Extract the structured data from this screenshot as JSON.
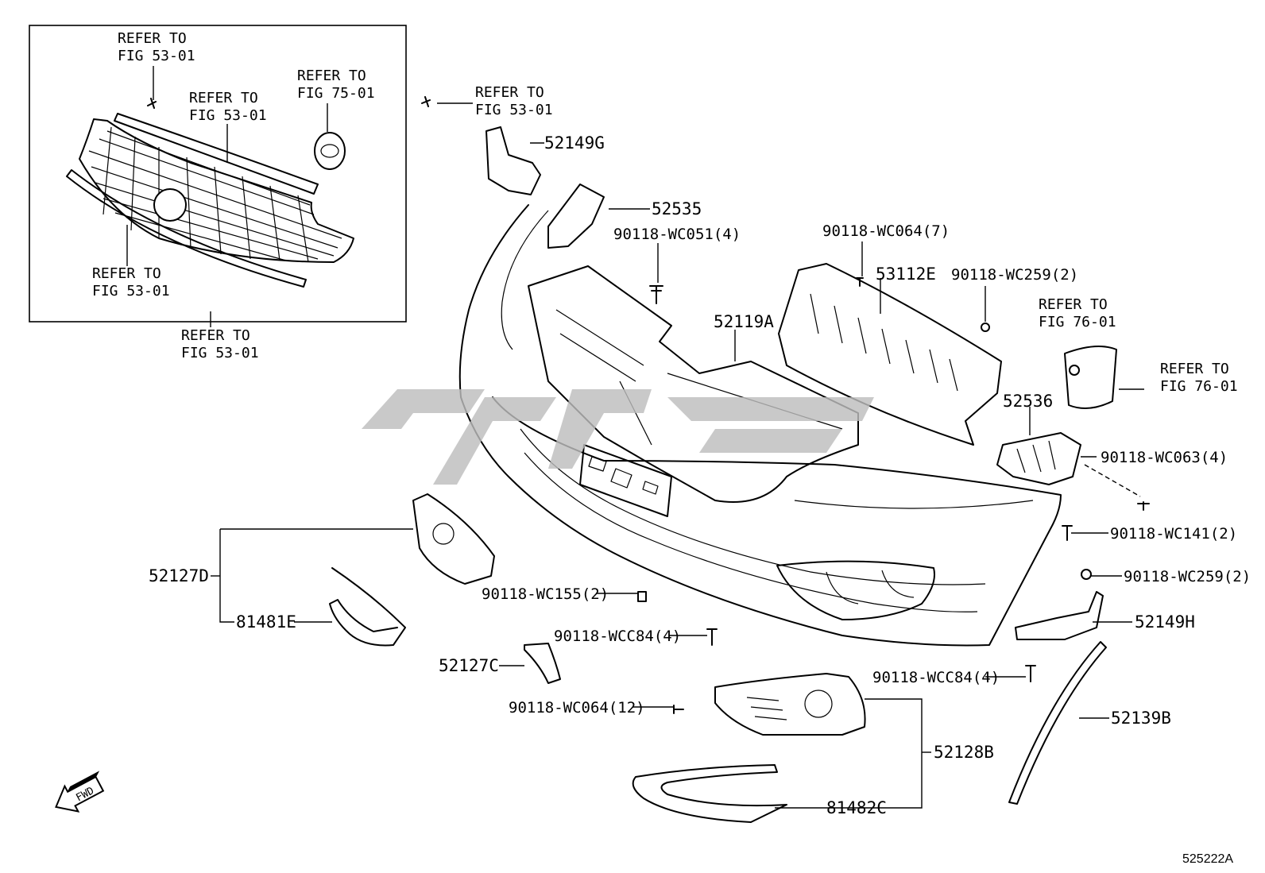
{
  "diagram_id": "525222A",
  "fwd_label": "FWD",
  "inset_refs": [
    {
      "line1": "REFER TO",
      "line2": "FIG 53-01"
    },
    {
      "line1": "REFER TO",
      "line2": "FIG 53-01"
    },
    {
      "line1": "REFER TO",
      "line2": "FIG 75-01"
    },
    {
      "line1": "REFER TO",
      "line2": "FIG 53-01"
    },
    {
      "line1": "REFER TO",
      "line2": "FIG 53-01"
    }
  ],
  "refs": [
    {
      "line1": "REFER TO",
      "line2": "FIG 53-01"
    },
    {
      "line1": "REFER TO",
      "line2": "FIG 76-01"
    },
    {
      "line1": "REFER TO",
      "line2": "FIG 76-01"
    }
  ],
  "parts": [
    {
      "id": "52149G"
    },
    {
      "id": "52535"
    },
    {
      "id": "90118-WC051(4)"
    },
    {
      "id": "90118-WC064(7)"
    },
    {
      "id": "53112E"
    },
    {
      "id": "90118-WC259(2)"
    },
    {
      "id": "52119A"
    },
    {
      "id": "52536"
    },
    {
      "id": "90118-WC063(4)"
    },
    {
      "id": "90118-WC141(2)"
    },
    {
      "id": "90118-WC259(2)"
    },
    {
      "id": "52149H"
    },
    {
      "id": "52127D"
    },
    {
      "id": "81481E"
    },
    {
      "id": "90118-WC155(2)"
    },
    {
      "id": "90118-WCC84(4)"
    },
    {
      "id": "52127C"
    },
    {
      "id": "90118-WCC84(4)"
    },
    {
      "id": "90118-WC064(12)"
    },
    {
      "id": "52139B"
    },
    {
      "id": "52128B"
    },
    {
      "id": "81482C"
    }
  ]
}
